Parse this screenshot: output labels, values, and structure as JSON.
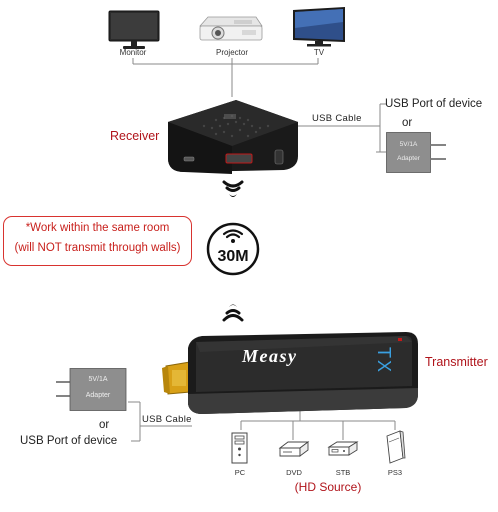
{
  "displays": [
    {
      "label": "Monitor",
      "icon": "monitor-icon"
    },
    {
      "label": "Projector",
      "icon": "projector-icon"
    },
    {
      "label": "TV",
      "icon": "tv-icon"
    }
  ],
  "receiver": {
    "label": "Receiver",
    "icon": "receiver-box-icon"
  },
  "receiver_power": {
    "cable_label": "USB Cable",
    "usb_port_label": "USB Port of device",
    "or_label": "or",
    "adapter_rating": "5V/1A",
    "adapter_label": "Adapter"
  },
  "note": {
    "line1": "*Work within the same room",
    "line2": "(will NOT transmit through walls)"
  },
  "range": {
    "label": "30M",
    "icon": "wifi-icon"
  },
  "transmitter": {
    "label": "Transmitter",
    "brand": "Measy",
    "model_mark": "TX"
  },
  "transmitter_power": {
    "adapter_rating": "5V/1A",
    "adapter_label": "Adapter",
    "or_label": "or",
    "usb_port_label": "USB Port of device",
    "cable_label": "USB Cable"
  },
  "sources": [
    {
      "label": "PC",
      "icon": "pc-tower-icon"
    },
    {
      "label": "DVD",
      "icon": "dvd-player-icon"
    },
    {
      "label": "STB",
      "icon": "set-top-box-icon"
    },
    {
      "label": "PS3",
      "icon": "game-console-icon"
    }
  ],
  "sources_caption": "(HD Source)",
  "colors": {
    "accent_red": "#b0141b",
    "note_border": "#d8332f",
    "device_black": "#1b1b1b",
    "line_gray": "#8a8a8a"
  }
}
